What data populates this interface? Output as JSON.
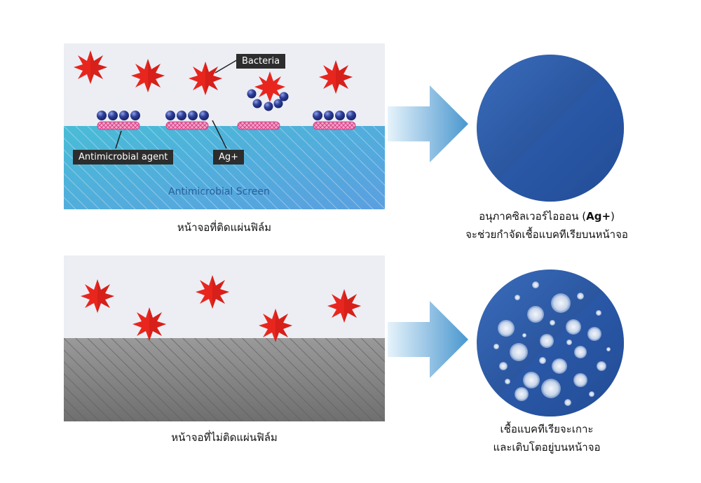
{
  "top_panel": {
    "label_bacteria": "Bacteria",
    "label_agent": "Antimicrobial agent",
    "label_ag": "Ag+",
    "label_screen": "Antimicrobial Screen",
    "caption": "หน้าจอที่ติดแผ่นฟิล์ม"
  },
  "bottom_panel": {
    "caption": "หน้าจอที่ไม่ติดแผ่นฟิล์ม"
  },
  "right_top": {
    "line1_prefix": "อนุภาคซิลเวอร์ไอออน (",
    "line1_bold": "Ag+",
    "line1_suffix": ")",
    "line2": "จะช่วยกำจัดเชื้อแบคทีเรียบนหน้าจอ"
  },
  "right_bottom": {
    "line1": "เชื้อแบคทีเรียจะเกาะ",
    "line2": "และเติบโตอยู่บนหน้าจอ"
  },
  "colors": {
    "bacteria_red": "#e8261e",
    "screen_blue": "#4fb6d6",
    "plain_screen_gray": "#8a8a8a",
    "panel_bg": "#eceef4",
    "ion_blue": "#2a3a8c",
    "agent_pink": "#e0529a",
    "disc_blue": "#2b5db0"
  }
}
